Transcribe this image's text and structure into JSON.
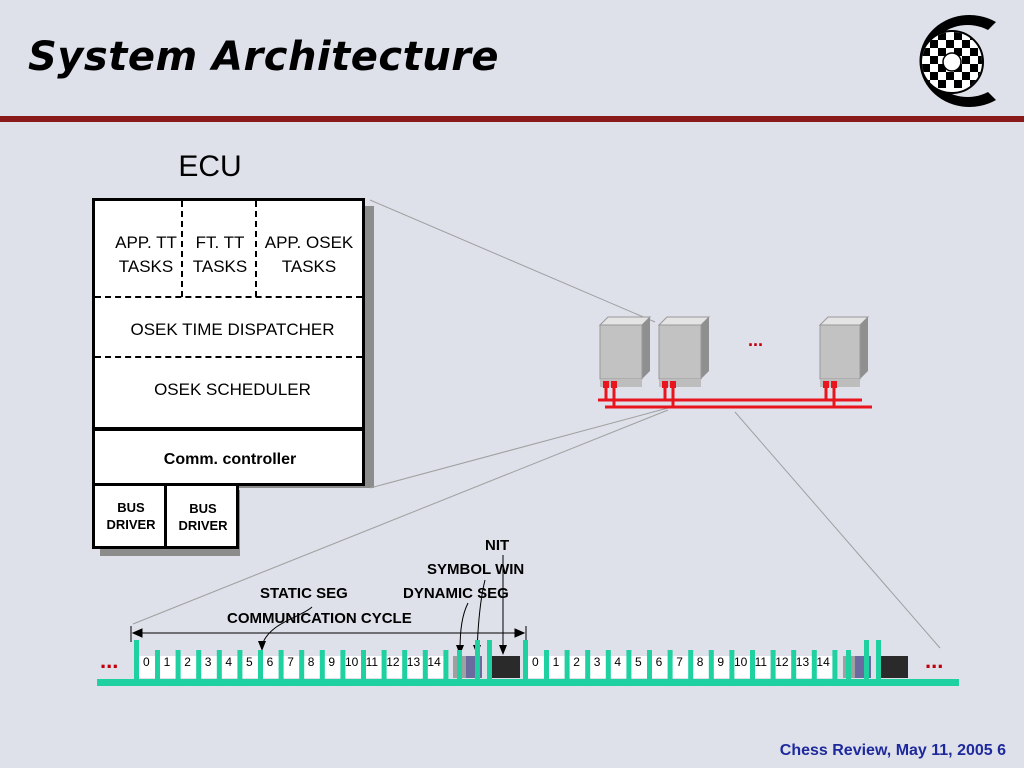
{
  "slide": {
    "title": "System Architecture",
    "footer": "Chess Review, May 11, 2005  6"
  },
  "ecu": {
    "label": "ECU",
    "tasks": [
      {
        "line1": "APP. TT",
        "line2": "TASKS"
      },
      {
        "line1": "FT. TT",
        "line2": "TASKS"
      },
      {
        "line1": "APP. OSEK",
        "line2": "TASKS"
      }
    ],
    "dispatcher": "OSEK TIME DISPATCHER",
    "scheduler": "OSEK SCHEDULER",
    "comm_controller": "Comm. controller",
    "bus_drivers": [
      {
        "line1": "BUS",
        "line2": "DRIVER"
      },
      {
        "line1": "BUS",
        "line2": "DRIVER"
      }
    ]
  },
  "network": {
    "ellipsis": "..."
  },
  "timeline": {
    "labels": {
      "nit": "NIT",
      "symbol_win": "SYMBOL WIN",
      "static_seg": "STATIC SEG",
      "dynamic_seg": "DYNAMIC SEG",
      "communication_cycle": "COMMUNICATION CYCLE"
    },
    "left_ellipsis": "...",
    "right_ellipsis": "...",
    "slots": [
      "0",
      "1",
      "2",
      "3",
      "4",
      "5",
      "6",
      "7",
      "8",
      "9",
      "10",
      "11",
      "12",
      "13",
      "14"
    ]
  },
  "colors": {
    "bus": "#e8141e",
    "timeline": "#1fd0a0",
    "rule": "#8a1a1a",
    "footer": "#1e2a9c"
  }
}
